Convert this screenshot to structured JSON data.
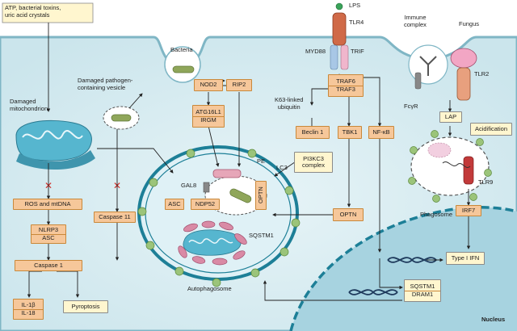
{
  "labels": {
    "atp": "ATP, bacterial toxins,\nuric acid crystals",
    "bacteria": "Bacteria",
    "lps": "LPS",
    "tlr4": "TLR4",
    "immune_complex": "Immune\ncomplex",
    "fungus": "Fungus",
    "myd88": "MYD88",
    "trif": "TRIF",
    "damaged_vesicle": "Damaged pathogen-\ncontaining vesicle",
    "damaged_mito": "Damaged\nmitochondrion",
    "k63": "K63-linked\nubiquitin",
    "fcgr": "FcγR",
    "tlr2": "TLR2",
    "pe": "PE",
    "lc3": "LC3",
    "gal8": "GAL8",
    "sqstm1": "SQSTM1",
    "autophagosome": "Autophagosome",
    "phagosome": "Phagosome",
    "tlr9": "TLR9",
    "nucleus": "Nucleus",
    "crossmark": "✕"
  },
  "boxes": {
    "nod2": "NOD2",
    "rip2": "RIP2",
    "traf6": "TRAF6",
    "traf3": "TRAF3",
    "atg16l1": "ATG16L1",
    "irgm": "IRGM",
    "beclin1": "Beclin 1",
    "tbk1": "TBK1",
    "nfkb": "NF-κB",
    "pi3kc3": "PI3KC3\ncomplex",
    "lap": "LAP",
    "acidification": "Acidification",
    "ros": "ROS and mtDNA",
    "caspase11": "Caspase 11",
    "asc_mid": "ASC",
    "ndp52": "NDP52",
    "optn_vert": "OPTN",
    "optn": "OPTN",
    "irf7": "IRF7",
    "nlrp3": "NLRP3",
    "asc_left": "ASC",
    "caspase1": "Caspase 1",
    "il1b": "IL-1β",
    "il18": "IL-18",
    "pyroptosis": "Pyroptosis",
    "type1ifn": "Type I IFN",
    "sqstm1_box": "SQSTM1",
    "dram1": "DRAM1"
  }
}
